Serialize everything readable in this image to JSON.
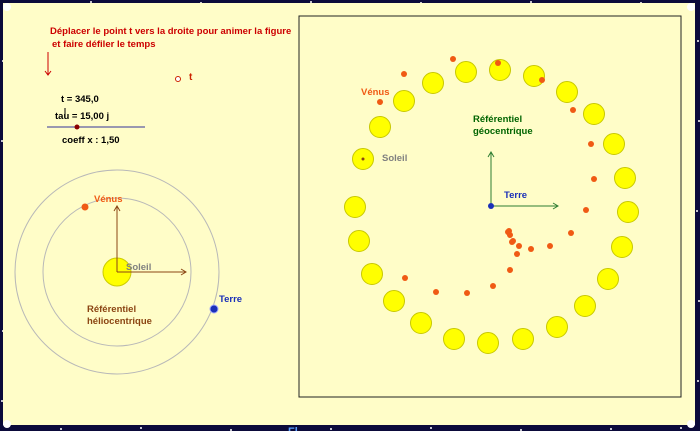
{
  "instructions": {
    "line1": "Déplacer le point t vers la droite pour  animer la figure",
    "line2": "et faire défiler le temps"
  },
  "slider": {
    "point_label": "t"
  },
  "readouts": {
    "t": "t = 345,0",
    "tau": "tau = 15,00  j",
    "coeff": "coeff x : 1,50"
  },
  "helio": {
    "venus_label": "Vénus",
    "sun_label": "Soleil",
    "earth_label": "Terre",
    "frame_label_1": "Référentiel",
    "frame_label_2": "héliocentrique"
  },
  "geo": {
    "venus_label": "Vénus",
    "sun_label": "Soleil",
    "earth_label": "Terre",
    "frame_label_1": "Référentiel",
    "frame_label_2": "géocentrique"
  },
  "bottom_fragment": "Fl",
  "colors": {
    "background": "#0b0a3a",
    "panel": "#fffdc8",
    "instruction_red": "#cc0000",
    "venus_orange": "#f05a14",
    "sun_yellow": "#ffff00",
    "earth_blue": "#1a2fb8",
    "geo_green": "#006400",
    "helio_brown": "#8b4513",
    "soleil_gray": "#808080",
    "axis_dark_red": "#8b4513",
    "axis_green": "#2e7d32"
  }
}
